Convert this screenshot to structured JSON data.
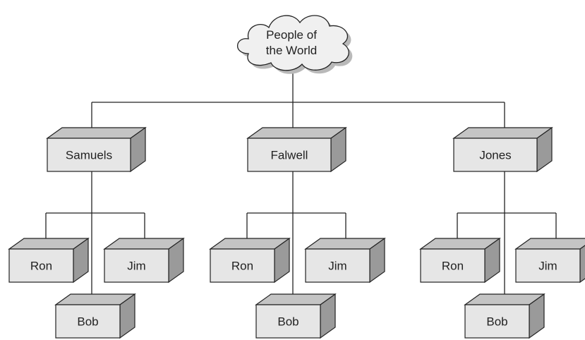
{
  "root": {
    "label_line1": "People of",
    "label_line2": "the World"
  },
  "families": [
    {
      "name": "Samuels",
      "children": [
        "Ron",
        "Jim",
        "Bob"
      ]
    },
    {
      "name": "Falwell",
      "children": [
        "Ron",
        "Jim",
        "Bob"
      ]
    },
    {
      "name": "Jones",
      "children": [
        "Ron",
        "Jim",
        "Bob"
      ]
    }
  ],
  "colors": {
    "box_front": "#e6e6e6",
    "box_top": "#c4c4c4",
    "box_side": "#9a9a9a",
    "cloud_fill": "#f0f0f0",
    "cloud_shadow": "#b9b9b9",
    "line": "#222222"
  }
}
